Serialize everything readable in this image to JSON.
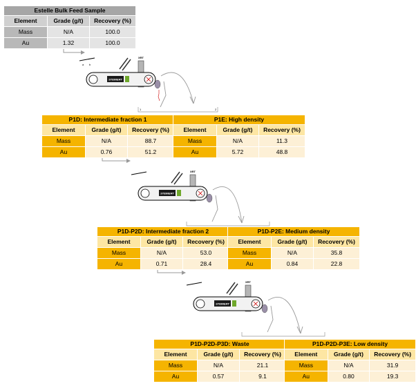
{
  "headers": [
    "Element",
    "Grade (g/t)",
    "Recovery (%)"
  ],
  "machine": {
    "brand": "STEINERT",
    "model_label": "XRT",
    "belt_label": ""
  },
  "tables": [
    {
      "title": "Estelle Bulk Feed Sample",
      "rows": [
        {
          "element": "Mass",
          "grade": "N/A",
          "recovery": "100.0"
        },
        {
          "element": "Au",
          "grade": "1.32",
          "recovery": "100.0"
        }
      ]
    },
    {
      "title": "P1D: Intermediate fraction 1",
      "rows": [
        {
          "element": "Mass",
          "grade": "N/A",
          "recovery": "88.7"
        },
        {
          "element": "Au",
          "grade": "0.76",
          "recovery": "51.2"
        }
      ]
    },
    {
      "title": "P1E: High density",
      "rows": [
        {
          "element": "Mass",
          "grade": "N/A",
          "recovery": "11.3"
        },
        {
          "element": "Au",
          "grade": "5.72",
          "recovery": "48.8"
        }
      ]
    },
    {
      "title": "P1D-P2D: Intermediate fraction 2",
      "rows": [
        {
          "element": "Mass",
          "grade": "N/A",
          "recovery": "53.0"
        },
        {
          "element": "Au",
          "grade": "0.71",
          "recovery": "28.4"
        }
      ]
    },
    {
      "title": "P1D-P2E: Medium density",
      "rows": [
        {
          "element": "Mass",
          "grade": "N/A",
          "recovery": "35.8"
        },
        {
          "element": "Au",
          "grade": "0.84",
          "recovery": "22.8"
        }
      ]
    },
    {
      "title": "P1D-P2D-P3D: Waste",
      "rows": [
        {
          "element": "Mass",
          "grade": "N/A",
          "recovery": "21.1"
        },
        {
          "element": "Au",
          "grade": "0.57",
          "recovery": "9.1"
        }
      ]
    },
    {
      "title": "P1D-P2D-P3E: Low density",
      "rows": [
        {
          "element": "Mass",
          "grade": "N/A",
          "recovery": "31.9"
        },
        {
          "element": "Au",
          "grade": "0.80",
          "recovery": "19.3"
        }
      ]
    }
  ]
}
